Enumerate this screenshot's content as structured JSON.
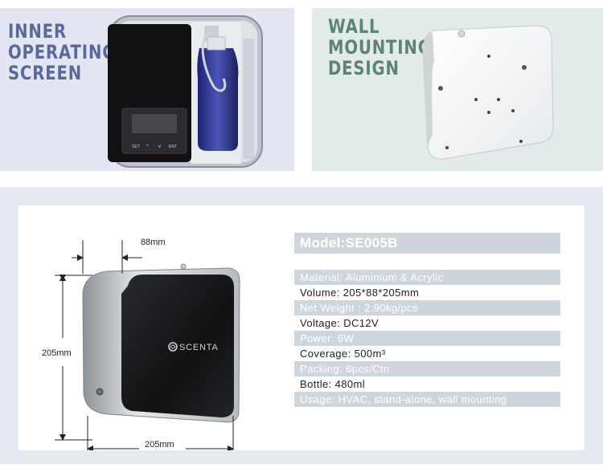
{
  "panels": {
    "inner": {
      "title": "INNER\nOPERATING\nSCREEN"
    },
    "wall": {
      "title": "WALL\nMOUNTING\nDESIGN"
    }
  },
  "control_panel": {
    "set": "SET",
    "up": "^",
    "down": "v",
    "ent": "ENT"
  },
  "device": {
    "brand": "SCENTA"
  },
  "dimensions": {
    "depth": "88mm",
    "height": "205mm",
    "width": "205mm"
  },
  "specs": {
    "model": "Model:SE005B",
    "rows": [
      "Material: Aluminium & Acrylic",
      "Volume: 205*88*205mm",
      "Net Weight : 2.90kg/pcs",
      "Voltage: DC12V",
      "Power: 6W",
      "Coverage: 500m³",
      "Packing: 6pcs/Ctn",
      "Bottle: 480ml",
      "Usage: HVAC, stand-alone, wall mounting"
    ]
  }
}
